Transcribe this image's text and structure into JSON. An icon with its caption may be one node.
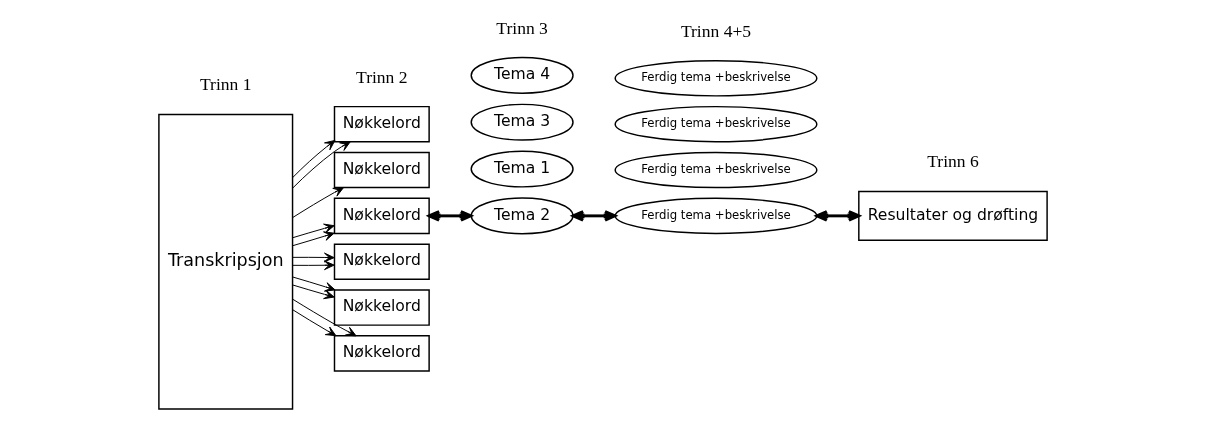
{
  "diagram": {
    "nodes": [
      {
        "text": [
          "Transkripsjon"
        ]
      },
      {
        "text": [
          "Nøkkelord"
        ]
      },
      {
        "text": [
          "Nøkkelord"
        ]
      },
      {
        "text": [
          "Nøkkelord"
        ]
      },
      {
        "text": [
          "Nøkkelord"
        ]
      },
      {
        "text": [
          "Nøkkelord"
        ]
      },
      {
        "text": [
          "Nøkkelord"
        ]
      },
      {
        "text": [
          "Tema 1"
        ]
      },
      {
        "text": [
          "Tema 2"
        ]
      },
      {
        "text": [
          "Tema 3"
        ]
      },
      {
        "text": [
          "Tema 4"
        ]
      },
      {
        "text": [
          "Ferdig tema +beskrivelse"
        ]
      },
      {
        "text": [
          "Ferdig tema +beskrivelse"
        ]
      },
      {
        "text": [
          "Ferdig tema +beskrivelse"
        ]
      },
      {
        "text": [
          "Ferdig tema +beskrivelse"
        ]
      },
      {
        "text": [
          "Resultater og drøfting"
        ]
      }
    ],
    "edges": [
      {
        "from": 0,
        "to": 1,
        "arrow": "to"
      },
      {
        "from": 0,
        "to": 1,
        "arrow": "to"
      },
      {
        "from": 0,
        "to": 2,
        "arrow": "to"
      },
      {
        "from": 0,
        "to": 3,
        "arrow": "to"
      },
      {
        "from": 0,
        "to": 3,
        "arrow": "to"
      },
      {
        "from": 0,
        "to": 4,
        "arrow": "to"
      },
      {
        "from": 0,
        "to": 4,
        "arrow": "to"
      },
      {
        "from": 0,
        "to": 5,
        "arrow": "to"
      },
      {
        "from": 0,
        "to": 5,
        "arrow": "to"
      },
      {
        "from": 0,
        "to": 6,
        "arrow": "to"
      },
      {
        "from": 0,
        "to": 6,
        "arrow": "to"
      },
      {
        "from": 3,
        "to": 8,
        "arrow": "both",
        "style": "thick"
      },
      {
        "from": 8,
        "to": 12,
        "arrow": "both",
        "style": "thick"
      },
      {
        "from": 12,
        "to": 15,
        "arrow": "both",
        "style": "thick"
      }
    ],
    "labels": [
      "Trinn 1",
      "Trinn 2",
      "Trinn 3",
      "Trinn 4+5",
      "Trinn 6"
    ]
  }
}
